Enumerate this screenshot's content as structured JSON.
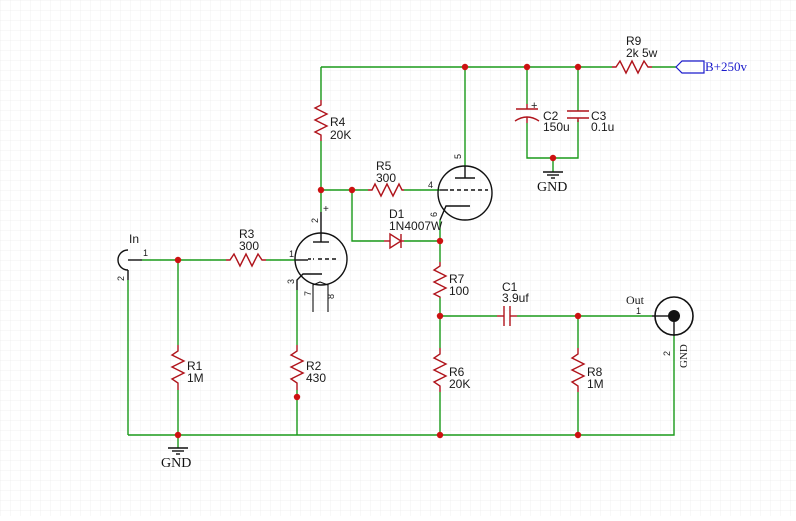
{
  "colors": {
    "wire": "#1a9a1a",
    "component": "#b0141c",
    "junction": "#cc1111",
    "power_label": "#1a1acc",
    "grid": "#e6e6e6"
  },
  "components": {
    "r1": {
      "ref": "R1",
      "value": "1M"
    },
    "r2": {
      "ref": "R2",
      "value": "430"
    },
    "r3": {
      "ref": "R3",
      "value": "300"
    },
    "r4": {
      "ref": "R4",
      "value": "20K"
    },
    "r5": {
      "ref": "R5",
      "value": "300"
    },
    "r6": {
      "ref": "R6",
      "value": "20K"
    },
    "r7": {
      "ref": "R7",
      "value": "100"
    },
    "r8": {
      "ref": "R8",
      "value": "1M"
    },
    "r9": {
      "ref": "R9",
      "value": "2k 5w"
    },
    "c1": {
      "ref": "C1",
      "value": "3.9uf"
    },
    "c2": {
      "ref": "C2",
      "value": "150u"
    },
    "c3": {
      "ref": "C3",
      "value": "0.1u"
    },
    "d1": {
      "ref": "D1",
      "value": "1N4007W"
    }
  },
  "connectors": {
    "input": {
      "label": "In",
      "pin1": "1",
      "pin2": "2"
    },
    "output": {
      "label": "Out",
      "pin1": "1",
      "pin2": "2",
      "gnd": "GND"
    }
  },
  "power": {
    "b_plus": "B+250v"
  },
  "grounds": {
    "gnd1": "GND",
    "gnd2": "GND"
  },
  "tube_pins": {
    "v1": {
      "p1": "1",
      "p2": "2",
      "p3": "3",
      "p7": "7",
      "p8": "8"
    },
    "v2": {
      "p4": "4",
      "p5": "5",
      "p6": "6"
    }
  },
  "polarity_marks": {
    "c2": "+",
    "v1_anode": "+"
  }
}
